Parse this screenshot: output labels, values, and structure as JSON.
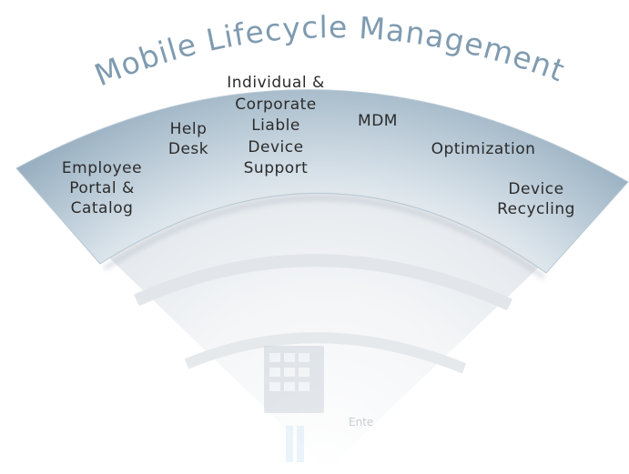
{
  "diagram": {
    "title": "Mobile Lifecycle Management",
    "segments": [
      {
        "id": "employee-portal",
        "lines": [
          "Employee",
          "Portal &",
          "Catalog"
        ]
      },
      {
        "id": "help-desk",
        "lines": [
          "Help",
          "Desk"
        ]
      },
      {
        "id": "liable-device-support",
        "lines": [
          "Individual &",
          "Corporate",
          "Liable",
          "Device",
          "Support"
        ]
      },
      {
        "id": "mdm",
        "lines": [
          "MDM"
        ]
      },
      {
        "id": "optimization",
        "lines": [
          "Optimization"
        ]
      },
      {
        "id": "device-recycling",
        "lines": [
          "Device",
          "Recycling"
        ]
      }
    ],
    "center_caption": "Ente",
    "colors": {
      "band_light": "#e8eff4",
      "band_dark": "#9db3c4",
      "wedge": "#eef1f3",
      "title": "#7f9bb0",
      "text": "#2b2b2b"
    }
  }
}
